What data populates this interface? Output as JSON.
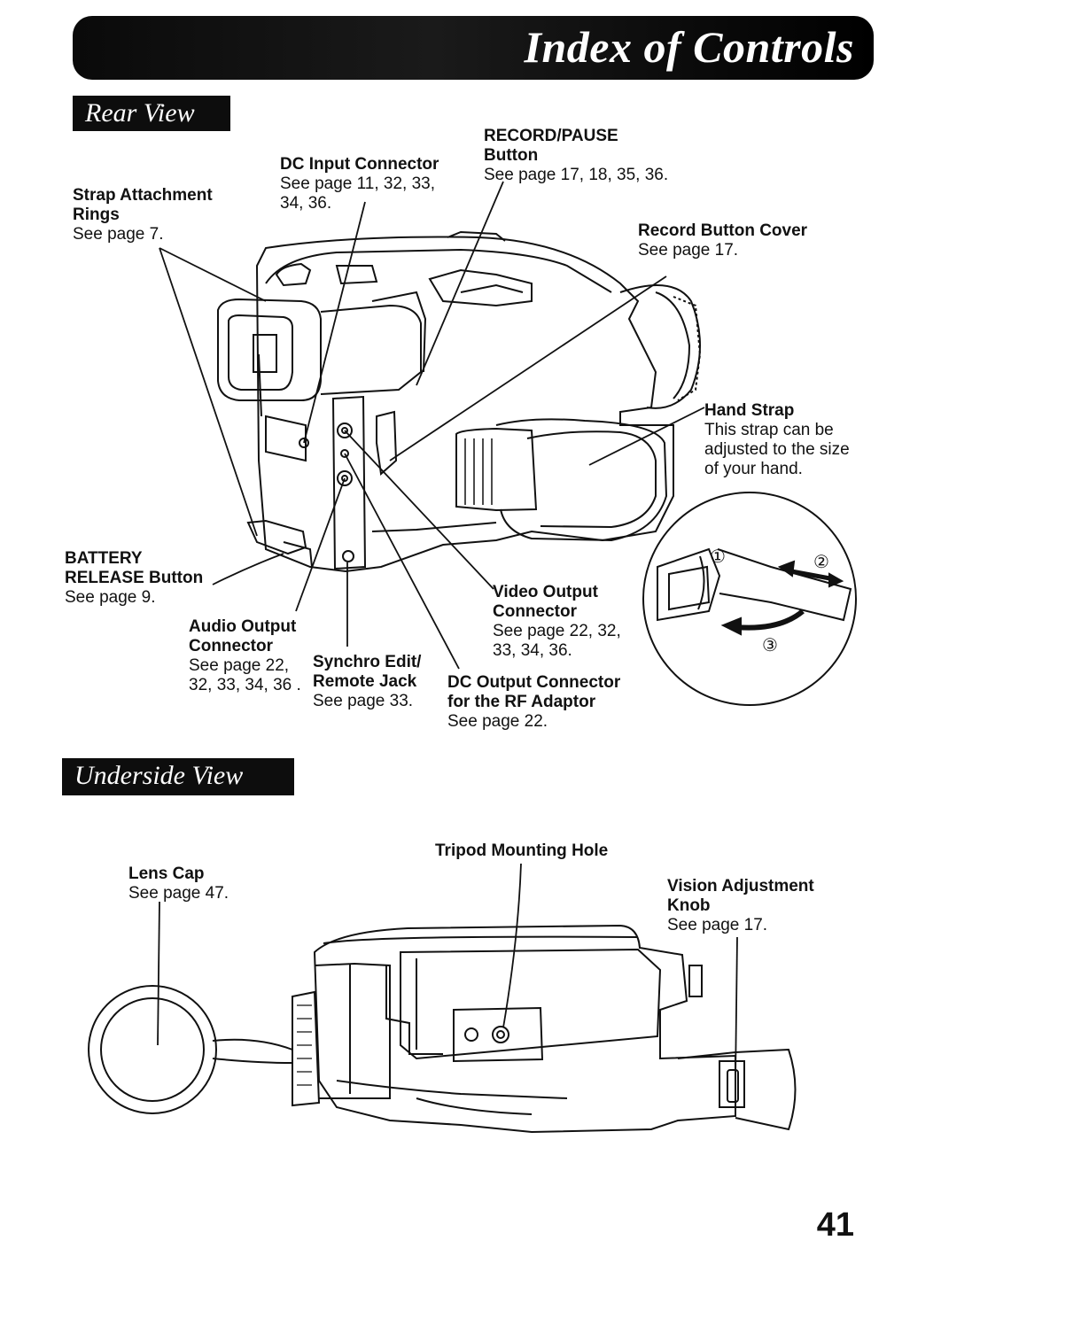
{
  "header": {
    "title": "Index of Controls"
  },
  "sections": {
    "rear": "Rear View",
    "underside": "Underside View"
  },
  "rear_labels": {
    "strap": {
      "title": "Strap Attachment Rings",
      "title1": "Strap Attachment",
      "title2": "Rings",
      "page": "See page 7."
    },
    "dc_input": {
      "title": "DC Input Connector",
      "page1": "See page 11, 32, 33,",
      "page2": "34, 36."
    },
    "record_pause": {
      "title1": "RECORD/PAUSE",
      "title2": "Button",
      "page": "See page 17, 18, 35, 36."
    },
    "record_cover": {
      "title": "Record Button Cover",
      "page": "See page 17."
    },
    "hand_strap": {
      "title": "Hand Strap",
      "desc1": "This strap can be",
      "desc2": "adjusted to the size",
      "desc3": "of your hand."
    },
    "battery": {
      "title1": "BATTERY",
      "title2": "RELEASE Button",
      "page": "See page 9."
    },
    "audio": {
      "title1": "Audio Output",
      "title2": "Connector",
      "page1": "See page 22,",
      "page2": "32, 33, 34, 36 ."
    },
    "synchro": {
      "title1": "Synchro Edit/",
      "title2": "Remote Jack",
      "page": "See page 33."
    },
    "video": {
      "title1": "Video Output",
      "title2": "Connector",
      "page1": "See page 22, 32,",
      "page2": "33, 34, 36."
    },
    "dc_output": {
      "title1": "DC Output Connector",
      "title2": "for the RF Adaptor",
      "page": "See page 22."
    }
  },
  "under_labels": {
    "tripod": {
      "title": "Tripod Mounting Hole"
    },
    "lens_cap": {
      "title": "Lens Cap",
      "page": "See page 47."
    },
    "vision": {
      "title1": "Vision Adjustment",
      "title2": "Knob",
      "page": "See page 17."
    }
  },
  "inset_markers": {
    "m1": "①",
    "m2": "②",
    "m3": "③"
  },
  "page_number": "41"
}
